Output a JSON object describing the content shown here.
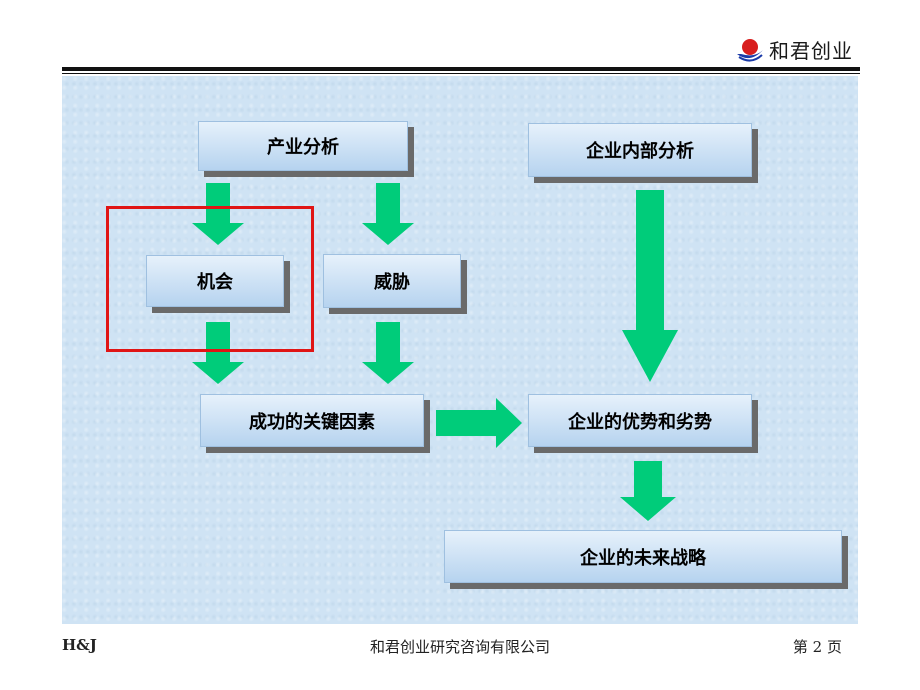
{
  "header": {
    "logo_text": "和君创业"
  },
  "diagram": {
    "nodes": {
      "industry_analysis": "产业分析",
      "internal_analysis": "企业内部分析",
      "opportunity": "机会",
      "threat": "威胁",
      "key_success_factors": "成功的关键因素",
      "strengths_weaknesses": "企业的优势和劣势",
      "future_strategy": "企业的未来战略"
    },
    "arrow_color": "#00cc7a",
    "highlight_color": "#e01515",
    "highlighted_node": "opportunity"
  },
  "footer": {
    "left": "H&J",
    "center": "和君创业研究咨询有限公司",
    "right": "第 2 页"
  }
}
